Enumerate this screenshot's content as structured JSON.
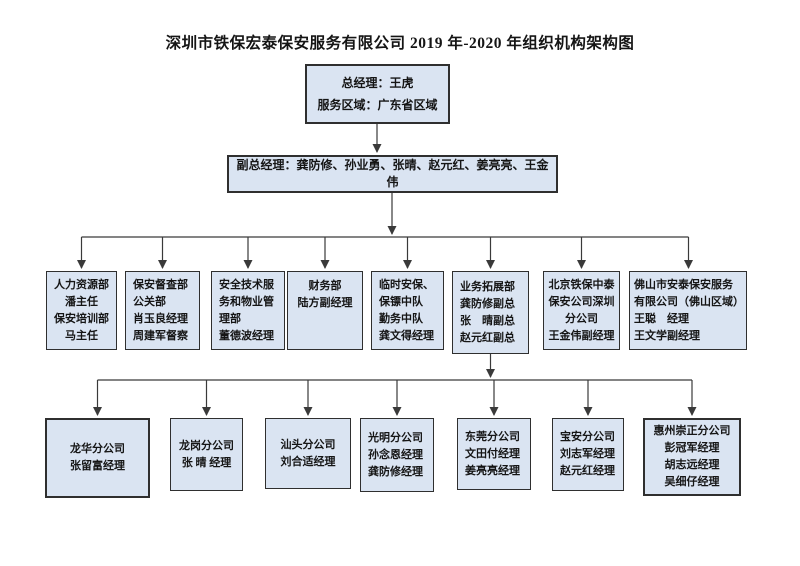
{
  "page": {
    "title": "深圳市铁保宏泰保安服务有限公司 2019 年-2020 年组织机构架构图"
  },
  "colors": {
    "box_fill": "#dae4f2",
    "box_border": "#2f2f2f",
    "connector": "#3a3a3a",
    "text": "#151515",
    "background": "#ffffff"
  },
  "general_manager": {
    "lines": [
      "总经理：王虎",
      "服务区域：广东省区域"
    ]
  },
  "deputy_general_managers": {
    "label": "副总经理：龚防修、孙业勇、张晴、赵元红、姜亮亮、王金伟"
  },
  "departments": [
    {
      "lines": [
        "人力资源部",
        "潘主任",
        "保安培训部",
        "马主任"
      ]
    },
    {
      "lines": [
        "保安督查部",
        "公关部",
        "肖玉良经理",
        "周建军督察"
      ]
    },
    {
      "lines": [
        "安全技术服",
        "务和物业管",
        "理部",
        "董德波经理"
      ]
    },
    {
      "lines": [
        "财务部",
        "陆方副经理"
      ]
    },
    {
      "lines": [
        "临时安保、",
        "保镖中队",
        "勤务中队",
        "龚文得经理"
      ]
    },
    {
      "lines": [
        "业务拓展部",
        "龚防修副总",
        "张　晴副总",
        "赵元红副总"
      ]
    },
    {
      "lines": [
        "北京铁保中泰",
        "保安公司深圳",
        "分公司",
        "王金伟副经理"
      ]
    },
    {
      "lines": [
        "佛山市安泰保安服务",
        "有限公司（佛山区域）",
        "王聪　经理",
        "王文学副经理"
      ]
    }
  ],
  "branches": [
    {
      "lines": [
        "龙华分公司",
        "张留富经理"
      ]
    },
    {
      "lines": [
        "龙岗分公司",
        "张 晴 经理"
      ]
    },
    {
      "lines": [
        "汕头分公司",
        "刘合适经理"
      ]
    },
    {
      "lines": [
        "光明分公司",
        "孙念恩经理",
        "龚防修经理"
      ]
    },
    {
      "lines": [
        "东莞分公司",
        "文田付经理",
        "姜亮亮经理"
      ]
    },
    {
      "lines": [
        "宝安分公司",
        "刘志军经理",
        "赵元红经理"
      ]
    },
    {
      "lines": [
        "惠州崇正分公司",
        "彭冠军经理",
        "胡志远经理",
        "吴细仔经理"
      ]
    }
  ]
}
